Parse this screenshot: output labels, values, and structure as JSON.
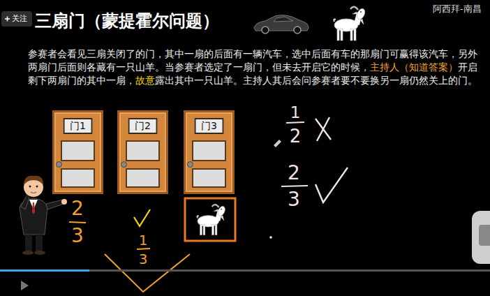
{
  "diagram": {
    "title": "三扇门（蒙提霍尔问题）",
    "nodes": [
      {
        "text": [
          "门1"
        ]
      },
      {
        "text": [
          "门2"
        ]
      },
      {
        "text": [
          "门3"
        ]
      }
    ],
    "labels": [
      "关注",
      "阿西拜-南昌",
      "参赛者会看见三扇关闭了的门，其中一扇的后面有一辆汽车，选中后面有车的那扇门可赢得该汽车，另外两扇门后面则各藏有一只山羊。当参赛者选定了一扇门，但未去开启它的时候，",
      "主持人（知道答案）",
      "开启剩下两扇门的其中一扇，",
      "故意",
      "露出其中一只山羊。主持人其后会问参赛者要不要换另一扇仍然关上的门。",
      "2",
      "3",
      "1",
      "3",
      "1",
      "2",
      "2",
      "3"
    ]
  }
}
